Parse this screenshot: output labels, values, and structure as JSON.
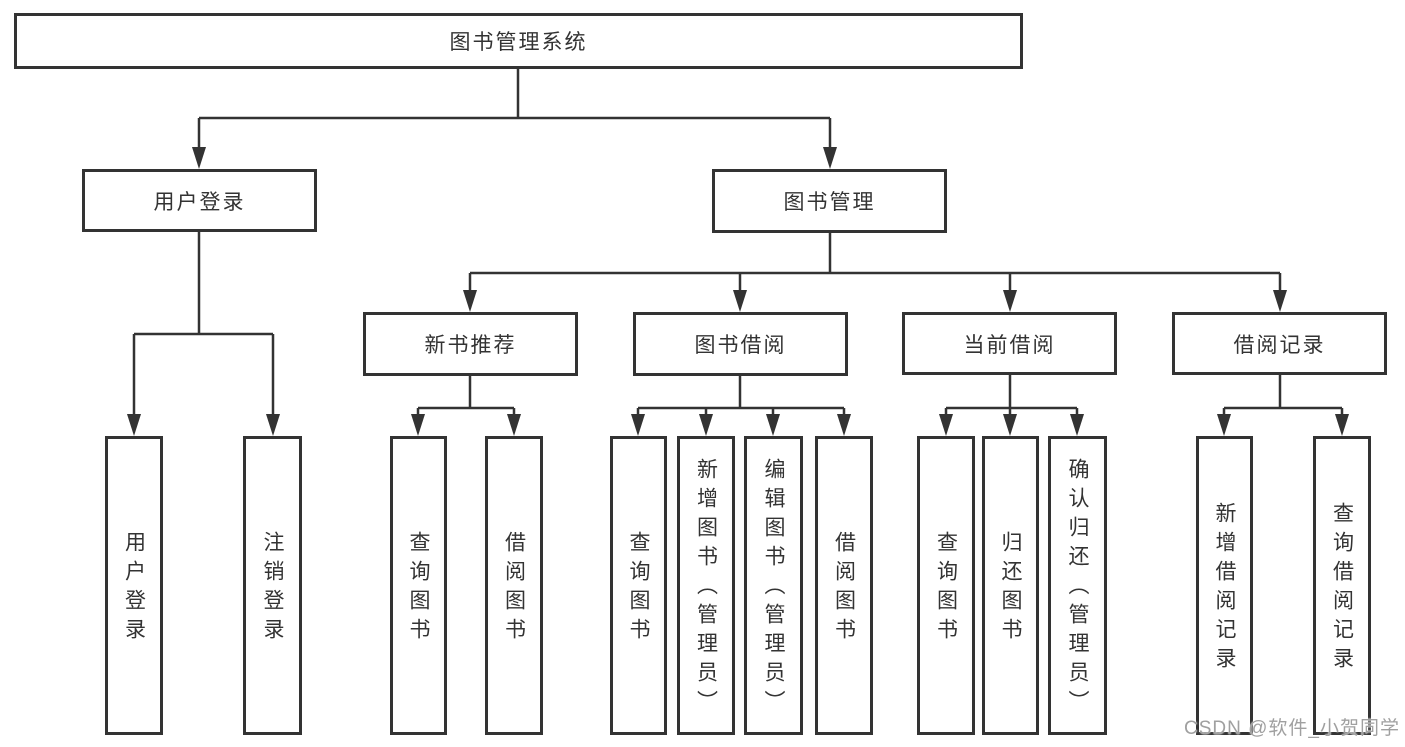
{
  "tree": {
    "label": "图书管理系统",
    "children": [
      {
        "label": "用户登录",
        "children": [
          {
            "label": "用户登录"
          },
          {
            "label": "注销登录"
          }
        ]
      },
      {
        "label": "图书管理",
        "children": [
          {
            "label": "新书推荐",
            "children": [
              {
                "label": "查询图书"
              },
              {
                "label": "借阅图书"
              }
            ]
          },
          {
            "label": "图书借阅",
            "children": [
              {
                "label": "查询图书"
              },
              {
                "label": "新增图书（管理员）"
              },
              {
                "label": "编辑图书（管理员）"
              },
              {
                "label": "借阅图书"
              }
            ]
          },
          {
            "label": "当前借阅",
            "children": [
              {
                "label": "查询图书"
              },
              {
                "label": "归还图书"
              },
              {
                "label": "确认归还（管理员）"
              }
            ]
          },
          {
            "label": "借阅记录",
            "children": [
              {
                "label": "新增借阅记录"
              },
              {
                "label": "查询借阅记录"
              }
            ]
          }
        ]
      }
    ]
  },
  "watermark": "CSDN @软件_小贺同学",
  "colors": {
    "line": "#333333",
    "box_border": "#333333",
    "text": "#333333",
    "watermark": "#a0a0a0",
    "background": "#ffffff"
  }
}
